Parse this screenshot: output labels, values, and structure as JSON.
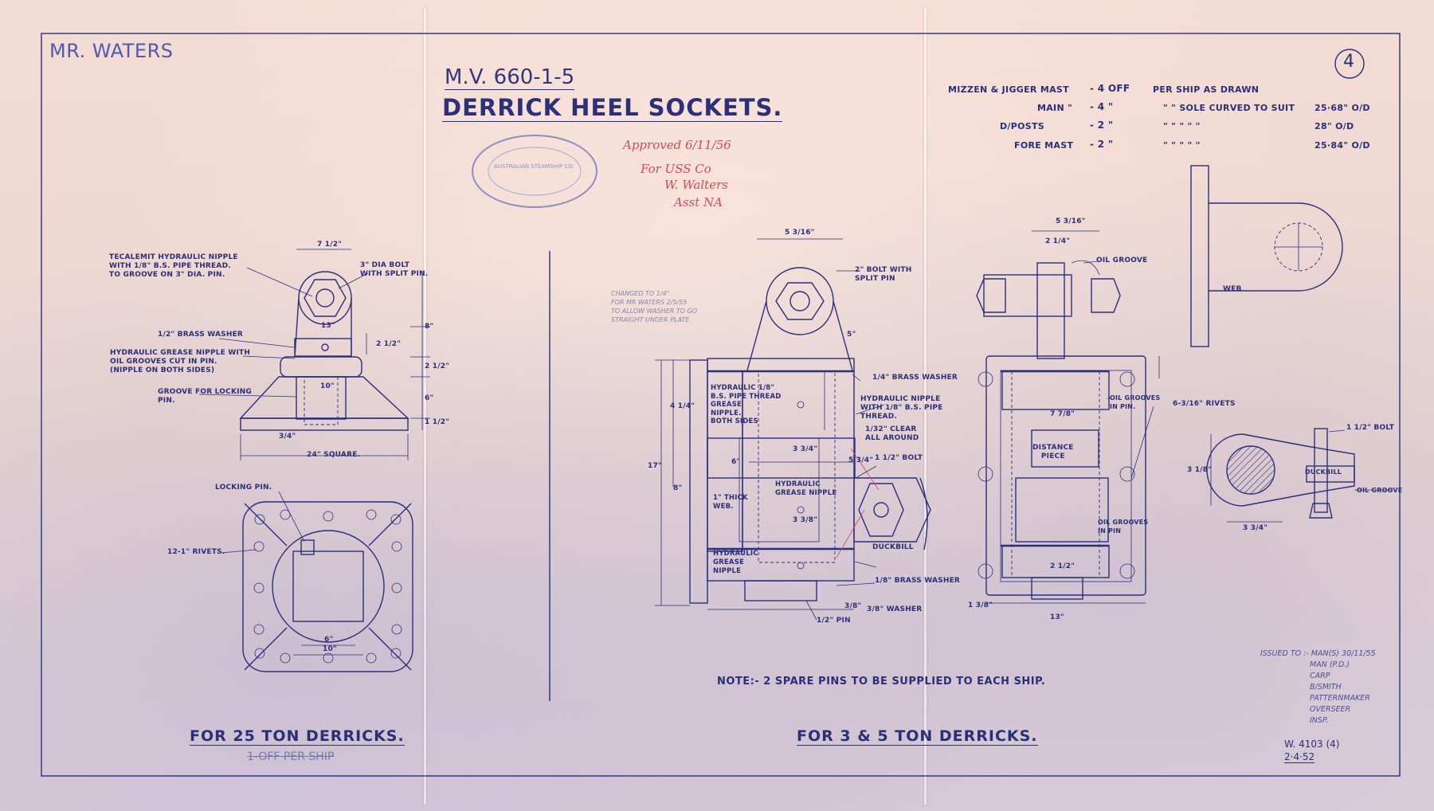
{
  "drawing": {
    "handwritten_name": "MR. WATERS",
    "job_number": "M.V. 660-1-5",
    "title": "DERRICK HEEL SOCKETS.",
    "sheet_number": "4",
    "approval_lines": [
      "Approved 6/11/56",
      "For USS Co",
      "W. Walters",
      "Asst NA"
    ],
    "stamp_text": "AUSTRALIAN STEAMSHIP CO."
  },
  "schedule": {
    "rows": [
      {
        "item": "MIZZEN & JIGGER MAST",
        "qty": "- 4 OFF",
        "note": "PER SHIP AS DRAWN",
        "size": ""
      },
      {
        "item": "MAIN \"",
        "qty": "- 4 \"",
        "note": "\" \" SOLE CURVED TO SUIT",
        "size": "25·68\" O/D"
      },
      {
        "item": "D/POSTS",
        "qty": "- 2 \"",
        "note": "\" \" \" \" \"",
        "size": "28\" O/D"
      },
      {
        "item": "FORE MAST",
        "qty": "- 2 \"",
        "note": "\" \" \" \" \"",
        "size": "25·84\" O/D"
      }
    ]
  },
  "left_view": {
    "labels": {
      "tecalemit": "TECALEMIT HYDRAULIC NIPPLE\nWITH 1/8\" B.S. PIPE THREAD.\nTO GROOVE ON 3\" DIA. PIN.",
      "bolt": "3\" DIA BOLT\nWITH SPLIT PIN.",
      "brass_washer": "1/2\" BRASS WASHER",
      "grease_nipple": "HYDRAULIC GREASE NIPPLE WITH\nOIL GROOVES CUT IN PIN.\n(NIPPLE ON BOTH SIDES)",
      "groove": "GROOVE FOR LOCKING\nPIN.",
      "locking_pin": "LOCKING PIN.",
      "rivets": "12-1\" RIVETS.",
      "square": "24\" SQUARE."
    },
    "dims": {
      "top": "7 1/2\"",
      "eye": "13\"",
      "h1": "8\"",
      "h2": "2 1/2\"",
      "h3": "2 1/2\"",
      "h4": "6\"",
      "h5": "1 1/2\"",
      "pin": "10\"",
      "six": "6\"",
      "ten": "10\"",
      "r": "3/4\""
    },
    "caption": "FOR 25 TON DERRICKS.",
    "caption_pencil": "1-OFF PER SHIP"
  },
  "middle_view": {
    "labels": {
      "bolt2": "2\" BOLT WITH\nSPLIT PIN",
      "brass": "1/4\" BRASS WASHER",
      "hyd_nipple": "HYDRAULIC NIPPLE\nWITH 1/8\" B.S. PIPE\nTHREAD.",
      "clear": "1/32\" CLEAR\nALL AROUND",
      "bolt15": "1 1/2\" BOLT",
      "duckbill": "DUCKBILL",
      "brass2": "1/8\" BRASS WASHER",
      "washer": "3/8\" WASHER",
      "pin": "1/2\" PIN",
      "hyd_left": "HYDRAULIC 1/8\"\nB.S. PIPE THREAD\nGREASE\nNIPPLE.\nBOTH SIDES",
      "web": "1\" THICK\nWEB.",
      "hyd_grease": "HYDRAULIC\nGREASE NIPPLE",
      "hyd_bottom": "HYDRAULIC\nGREASE\nNIPPLE"
    },
    "pencil_note": "CHANGED TO 1/4\"\nFOR MR WATERS 2/5/55\nTO ALLOW WASHER TO GO\nSTRAIGHT UNDER PLATE",
    "dims": {
      "top": "5 3/16\"",
      "h17": "17\"",
      "h8": "8\"",
      "h44": "4 1/4\"",
      "w6": "6\"",
      "w33": "3 3/4\"",
      "d5": "5\"",
      "w53": "5 3/4\"",
      "d38": "3 3/8\"",
      "d3": "3/8\""
    },
    "note": "NOTE:- 2 SPARE PINS TO BE SUPPLIED TO EACH SHIP.",
    "caption": "FOR 3 & 5 TON DERRICKS."
  },
  "right_view": {
    "labels": {
      "oil_groove": "OIL GROOVE",
      "oil_grooves_pin": "OIL GROOVES\nIN PIN.",
      "rivets": "6-3/16\" RIVETS",
      "distance": "DISTANCE\nPIECE",
      "oil_grooves_pin2": "OIL GROOVES\nIN PIN",
      "web": "WEB",
      "bolt": "1 1/2\" BOLT",
      "duckbill": "DUCKBILL",
      "oil_groove2": "OIL GROOVE"
    },
    "dims": {
      "top": "5 3/16\"",
      "top2": "2 1/4\"",
      "w13": "13\"",
      "w78": "7 7/8\"",
      "b": "1 3/8\"",
      "d212": "2 1/2\"",
      "d318": "3 1/8\"",
      "d334": "3 3/4\""
    }
  },
  "issue_block": {
    "lines": [
      "ISSUED TO :- MAN(S) 30/11/55",
      "MAN (P.D.)",
      "CARP",
      "B/SMITH",
      "PATTERNMAKER",
      "OVERSEER",
      "INSP."
    ],
    "drawing_ref": "W. 4103 (4)",
    "date": "2·4·52"
  }
}
